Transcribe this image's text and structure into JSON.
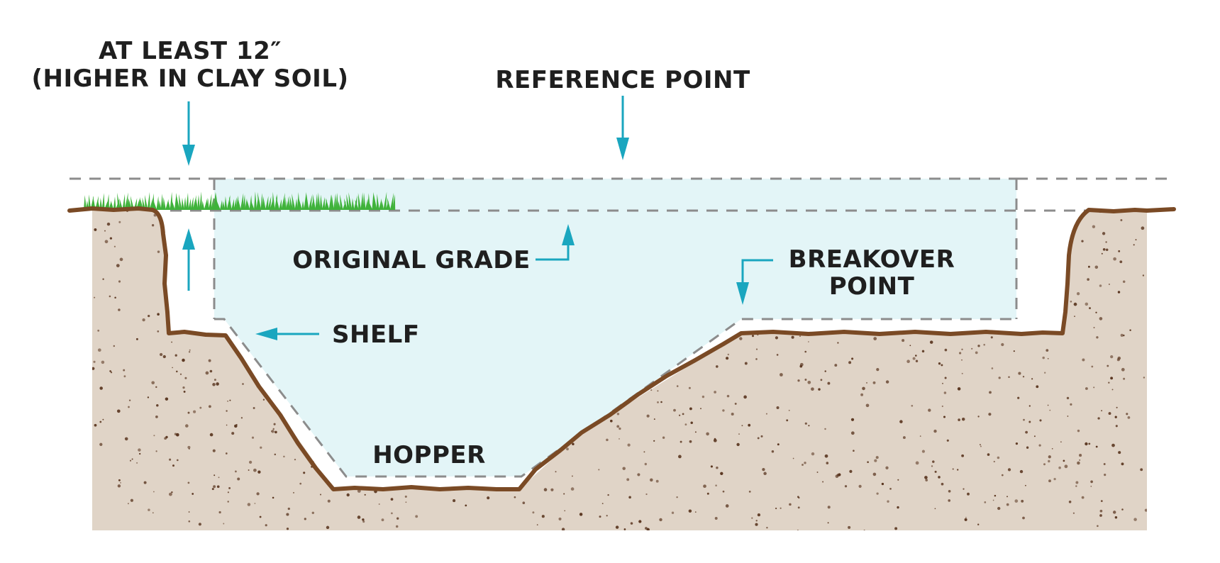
{
  "labels": {
    "at_least_line1": "AT LEAST 12″",
    "at_least_line2": "(HIGHER IN CLAY SOIL)",
    "reference_point": "REFERENCE POINT",
    "original_grade": "ORIGINAL GRADE",
    "breakover_line1": "BREAKOVER",
    "breakover_line2": "POINT",
    "shelf": "SHELF",
    "hopper": "HOPPER"
  },
  "colors": {
    "soil": "#e0d4c7",
    "soil_speckle": "#5a3620",
    "ground_edge": "#7a4a25",
    "water": "#e3f5f7",
    "arrow": "#1aa6bf",
    "guide_line": "#8c8c8c",
    "grass": "#3fb23a",
    "text": "#1f1f1f"
  }
}
